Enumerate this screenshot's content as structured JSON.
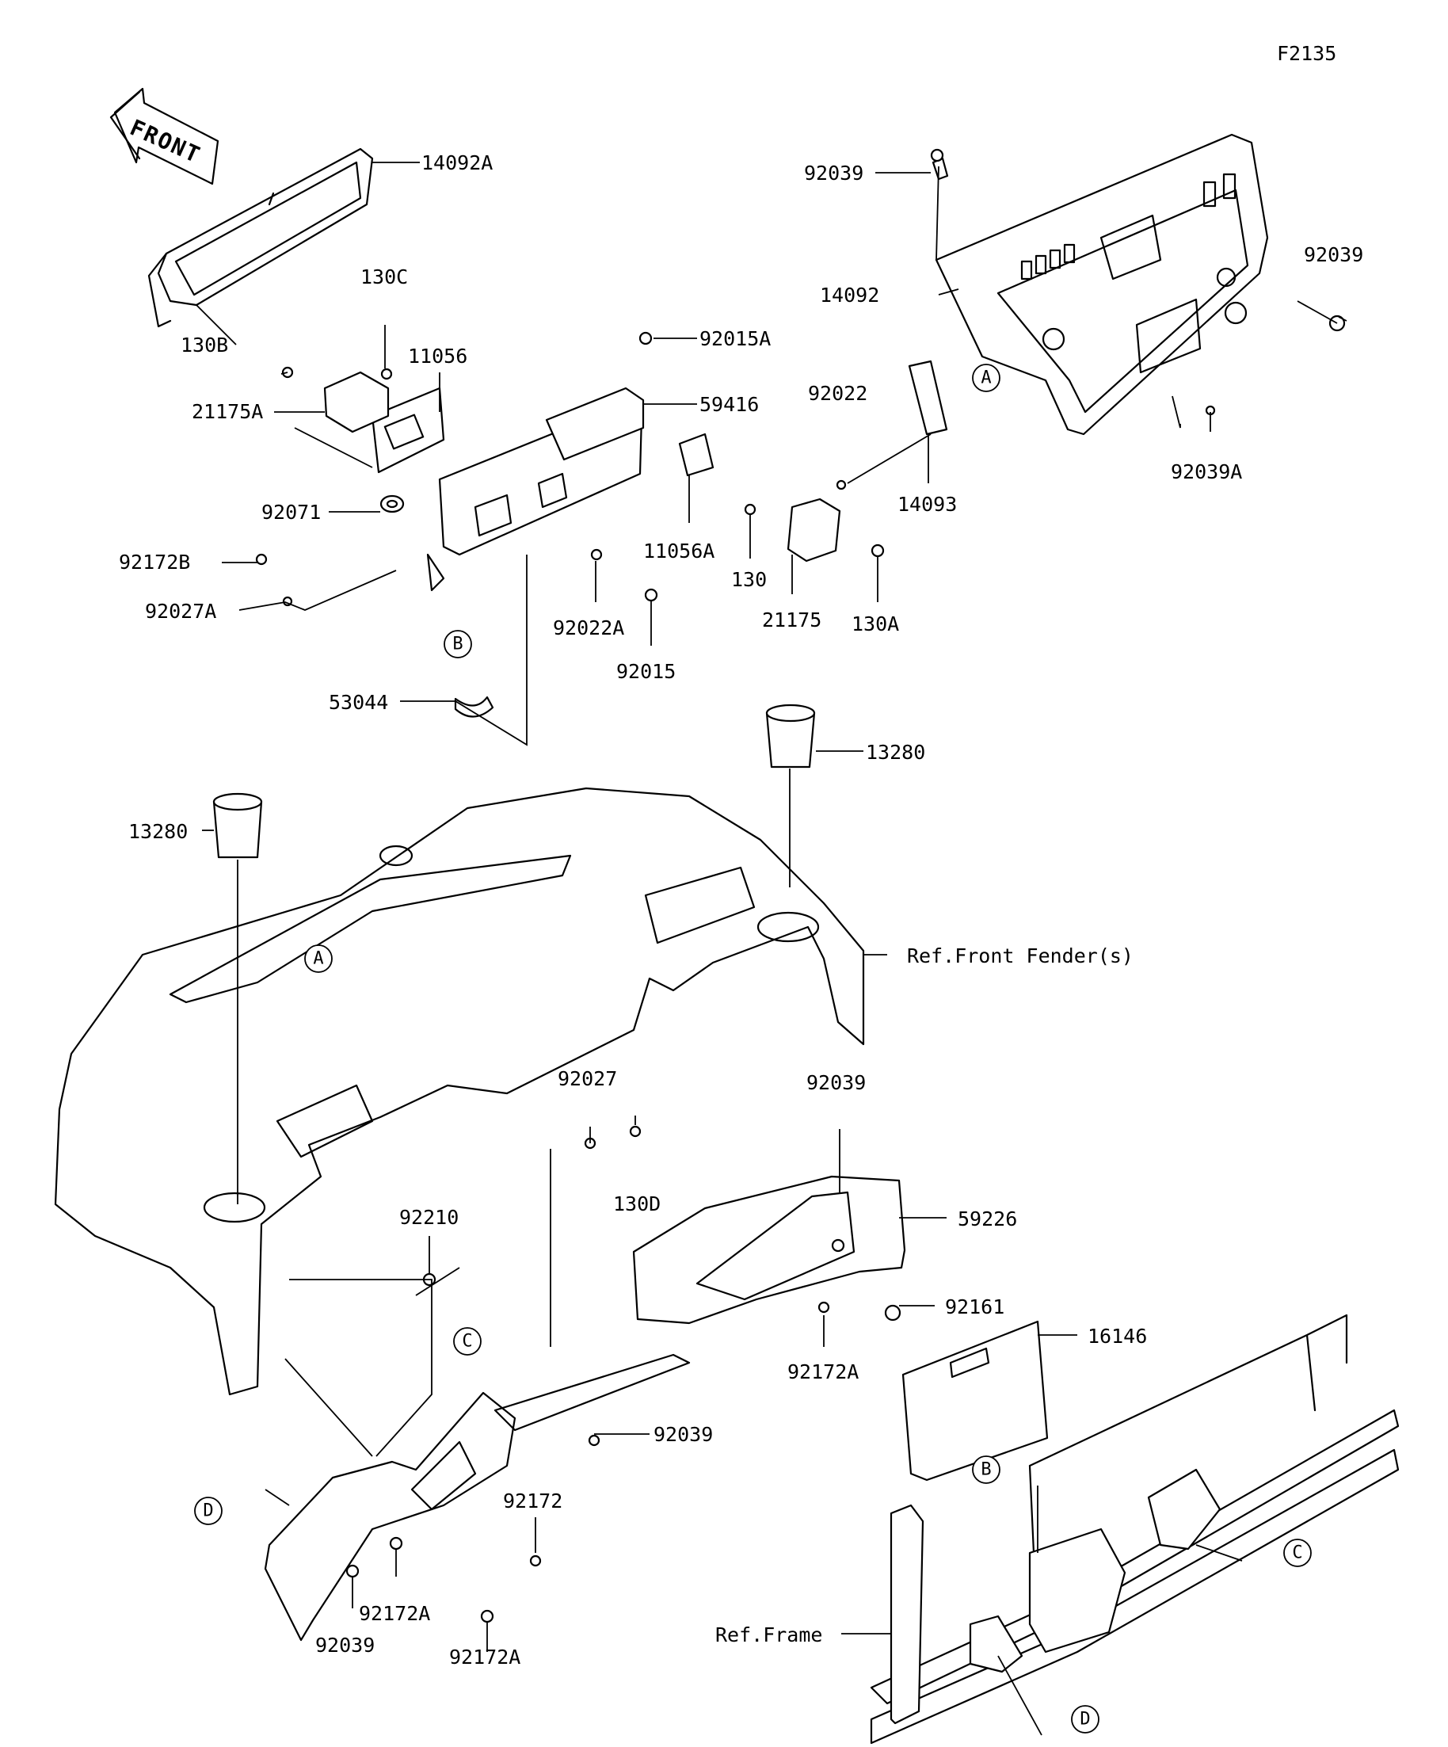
{
  "figure_code": "F2135",
  "front_arrow": "FRONT",
  "callouts": [
    "A",
    "A",
    "B",
    "B",
    "C",
    "C",
    "D",
    "D"
  ],
  "parts": [
    {
      "label": "14092A"
    },
    {
      "label": "130B"
    },
    {
      "label": "130C"
    },
    {
      "label": "11056"
    },
    {
      "label": "21175A"
    },
    {
      "label": "92071"
    },
    {
      "label": "92172B"
    },
    {
      "label": "92027A"
    },
    {
      "label": "53044"
    },
    {
      "label": "92015A"
    },
    {
      "label": "59416"
    },
    {
      "label": "92022A"
    },
    {
      "label": "92015"
    },
    {
      "label": "11056A"
    },
    {
      "label": "130"
    },
    {
      "label": "21175"
    },
    {
      "label": "130A"
    },
    {
      "label": "92039"
    },
    {
      "label": "14092"
    },
    {
      "label": "92039"
    },
    {
      "label": "92022"
    },
    {
      "label": "14093"
    },
    {
      "label": "92039A"
    },
    {
      "label": "13280"
    },
    {
      "label": "13280"
    },
    {
      "label": "Ref.Front Fender(s)"
    },
    {
      "label": "92027"
    },
    {
      "label": "130D"
    },
    {
      "label": "92039"
    },
    {
      "label": "59226"
    },
    {
      "label": "92210"
    },
    {
      "label": "92161"
    },
    {
      "label": "16146"
    },
    {
      "label": "92172A"
    },
    {
      "label": "92039"
    },
    {
      "label": "92172"
    },
    {
      "label": "92172A"
    },
    {
      "label": "92039"
    },
    {
      "label": "92172A"
    },
    {
      "label": "Ref.Frame"
    }
  ]
}
